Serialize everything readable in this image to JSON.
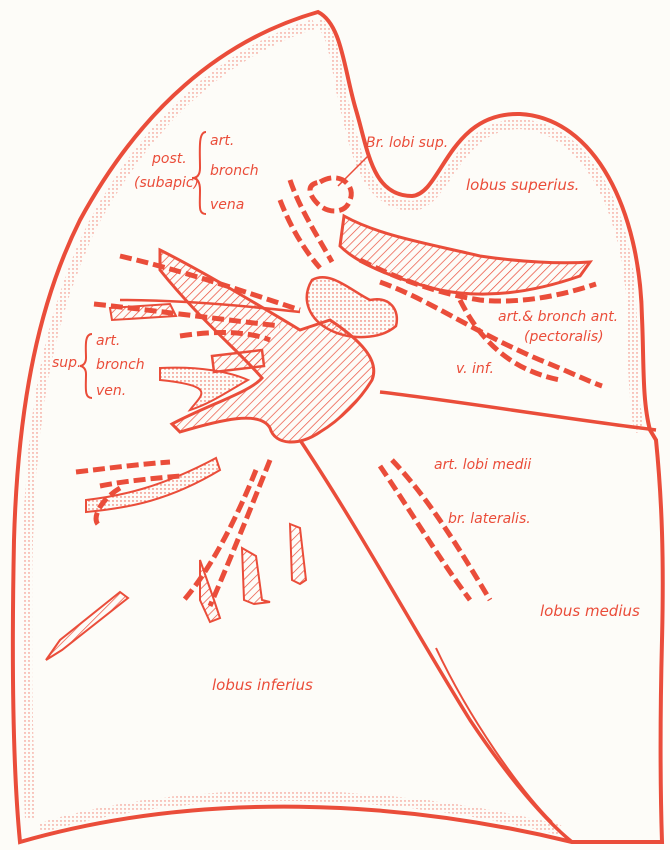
{
  "colors": {
    "ink": "#ea4d3a",
    "paper": "#fdfcf8"
  },
  "labels": {
    "br_lobi_sup": "Br. lobi sup.",
    "lobus_superius": "lobus superius.",
    "post": "post.",
    "subapic": "(subapic)",
    "post_art": "art.",
    "post_bronch": "bronch",
    "post_vena": "vena",
    "sup": "sup.",
    "sup_art": "art.",
    "sup_bronch": "bronch",
    "sup_ven": "ven.",
    "art_bronch_ant": "art.& bronch ant.",
    "pectoralis": "(pectoralis)",
    "v_inf": "v. inf.",
    "art_lobi_medii": "art. lobi medii",
    "br_lateralis": "br. lateralis.",
    "lobus_medius": "lobus medius",
    "lobus_inferius": "lobus inferius"
  }
}
